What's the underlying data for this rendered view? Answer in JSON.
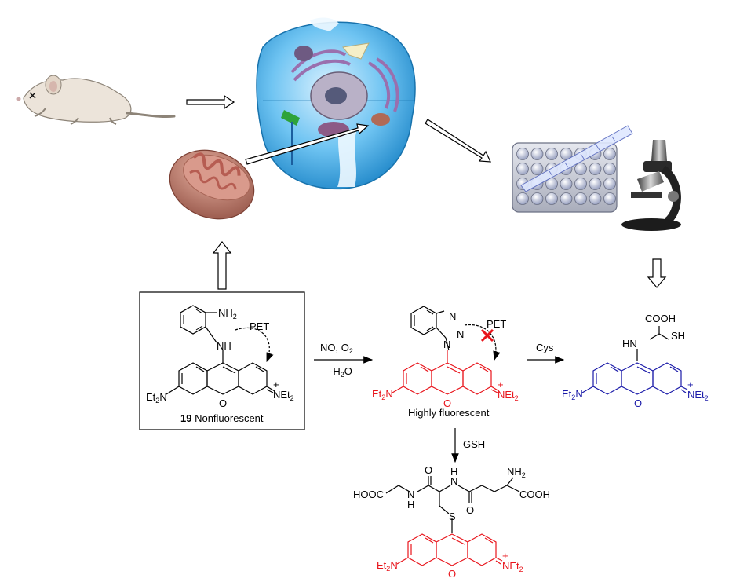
{
  "colors": {
    "red_fluorophore": "#e8141b",
    "blue_product": "#1a1aa8",
    "black": "#000000"
  },
  "icons": [
    "mouse-icon",
    "cell-icon",
    "mitochondrion-icon",
    "well-plate-icon",
    "pipette-icon",
    "microscope-icon"
  ],
  "probe": {
    "nh2": "NH",
    "nh2_sub": "2",
    "nh": "NH",
    "pet": "PET",
    "net2_left": "Et",
    "net2_left_sub": "2",
    "net2_left_n": "N",
    "net2_right_n": "NEt",
    "net2_right_sub": "2",
    "plus": "+",
    "o": "O",
    "compound_number": "19",
    "caption": " Nonfluorescent"
  },
  "reaction1": {
    "reagent_top": "NO, O",
    "reagent_top_sub": "2",
    "reagent_bottom_pre": "-H",
    "reagent_bottom_sub": "2",
    "reagent_bottom_post": "O"
  },
  "triazole_product": {
    "n1": "N",
    "n2": "N",
    "n3": "N",
    "pet": "PET",
    "caption": "Highly fluorescent",
    "o": "O",
    "et2n": "Et",
    "et2n_sub": "2",
    "et2n_n": "N",
    "net2": "NEt",
    "net2_sub": "2",
    "plus": "+"
  },
  "reaction2": {
    "reagent": "Cys"
  },
  "cys_product": {
    "cooh": "COOH",
    "hn": "HN",
    "sh": "SH",
    "o": "O",
    "et2n": "Et",
    "et2n_sub": "2",
    "et2n_n": "N",
    "net2": "NEt",
    "net2_sub": "2",
    "plus": "+"
  },
  "reaction3": {
    "reagent": "GSH"
  },
  "gsh_product": {
    "hooc": "HOOC",
    "n_h": "N",
    "h": "H",
    "o1": "O",
    "n2": "N",
    "h2": "H",
    "o2": "O",
    "nh2": "NH",
    "nh2_sub": "2",
    "cooh": "COOH",
    "s": "S",
    "o": "O",
    "et2n": "Et",
    "et2n_sub": "2",
    "et2n_n": "N",
    "net2": "NEt",
    "net2_sub": "2",
    "plus": "+"
  }
}
